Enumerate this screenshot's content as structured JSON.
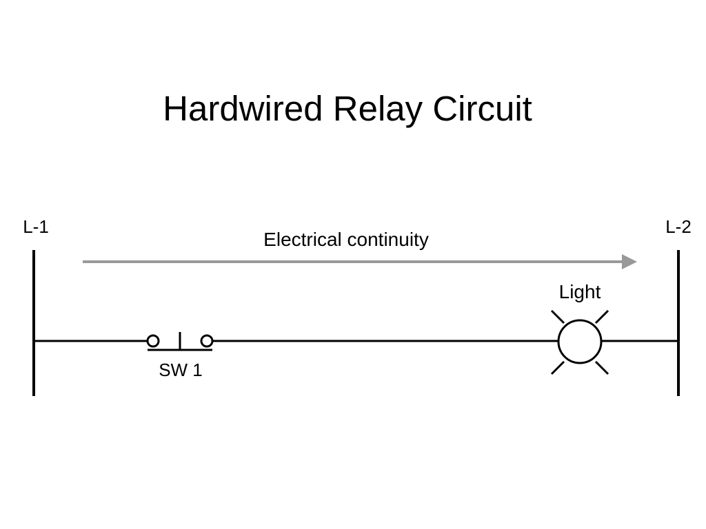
{
  "title": "Hardwired Relay Circuit",
  "rails": {
    "left_label": "L-1",
    "right_label": "L-2"
  },
  "flow_arrow": {
    "label": "Electrical continuity",
    "color": "#999999"
  },
  "switch": {
    "label": "SW 1"
  },
  "lamp": {
    "label": "Light"
  },
  "colors": {
    "line": "#000000",
    "arrow": "#999999"
  }
}
